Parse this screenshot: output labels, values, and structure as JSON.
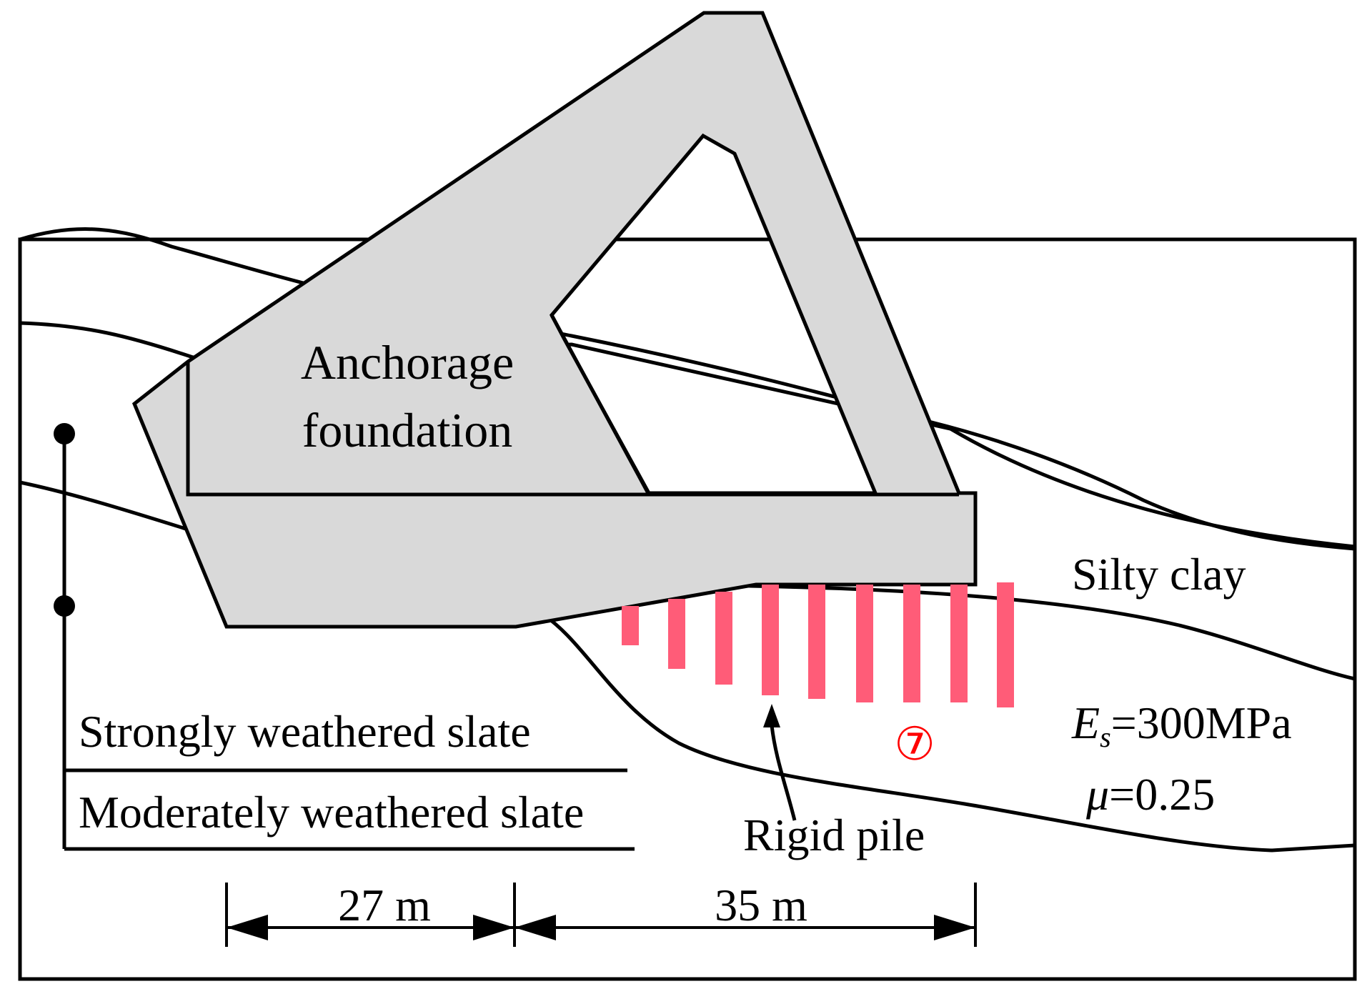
{
  "labels": {
    "structure": "Anchorage",
    "structure_line2": "foundation",
    "layer_silty": "Silty clay",
    "layer_strong": "Strongly weathered slate",
    "layer_moderate": "Moderately weathered slate",
    "pile": "Rigid pile",
    "circle_number": "⑦",
    "es_symbol": "E",
    "es_subscript": "s",
    "es_value": "=300MPa",
    "mu_symbol": "μ",
    "mu_value": "=0.25",
    "dim_left": "27 m",
    "dim_right": "35 m"
  },
  "colors": {
    "foundation_fill": "#d9d9d9",
    "pile_fill": "#ff5c78",
    "circle_number": "#ff0000",
    "lines": "#000000"
  }
}
